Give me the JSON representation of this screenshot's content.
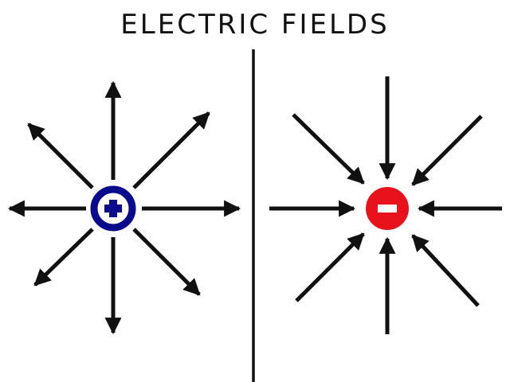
{
  "title": "ELECTRIC FIELDS",
  "colors": {
    "ink": "#111111",
    "positive": "#0a0a8c",
    "negative": "#e8121c"
  },
  "charges": {
    "positive": {
      "sign": "+",
      "field": "outward"
    },
    "negative": {
      "sign": "-",
      "field": "inward"
    }
  }
}
